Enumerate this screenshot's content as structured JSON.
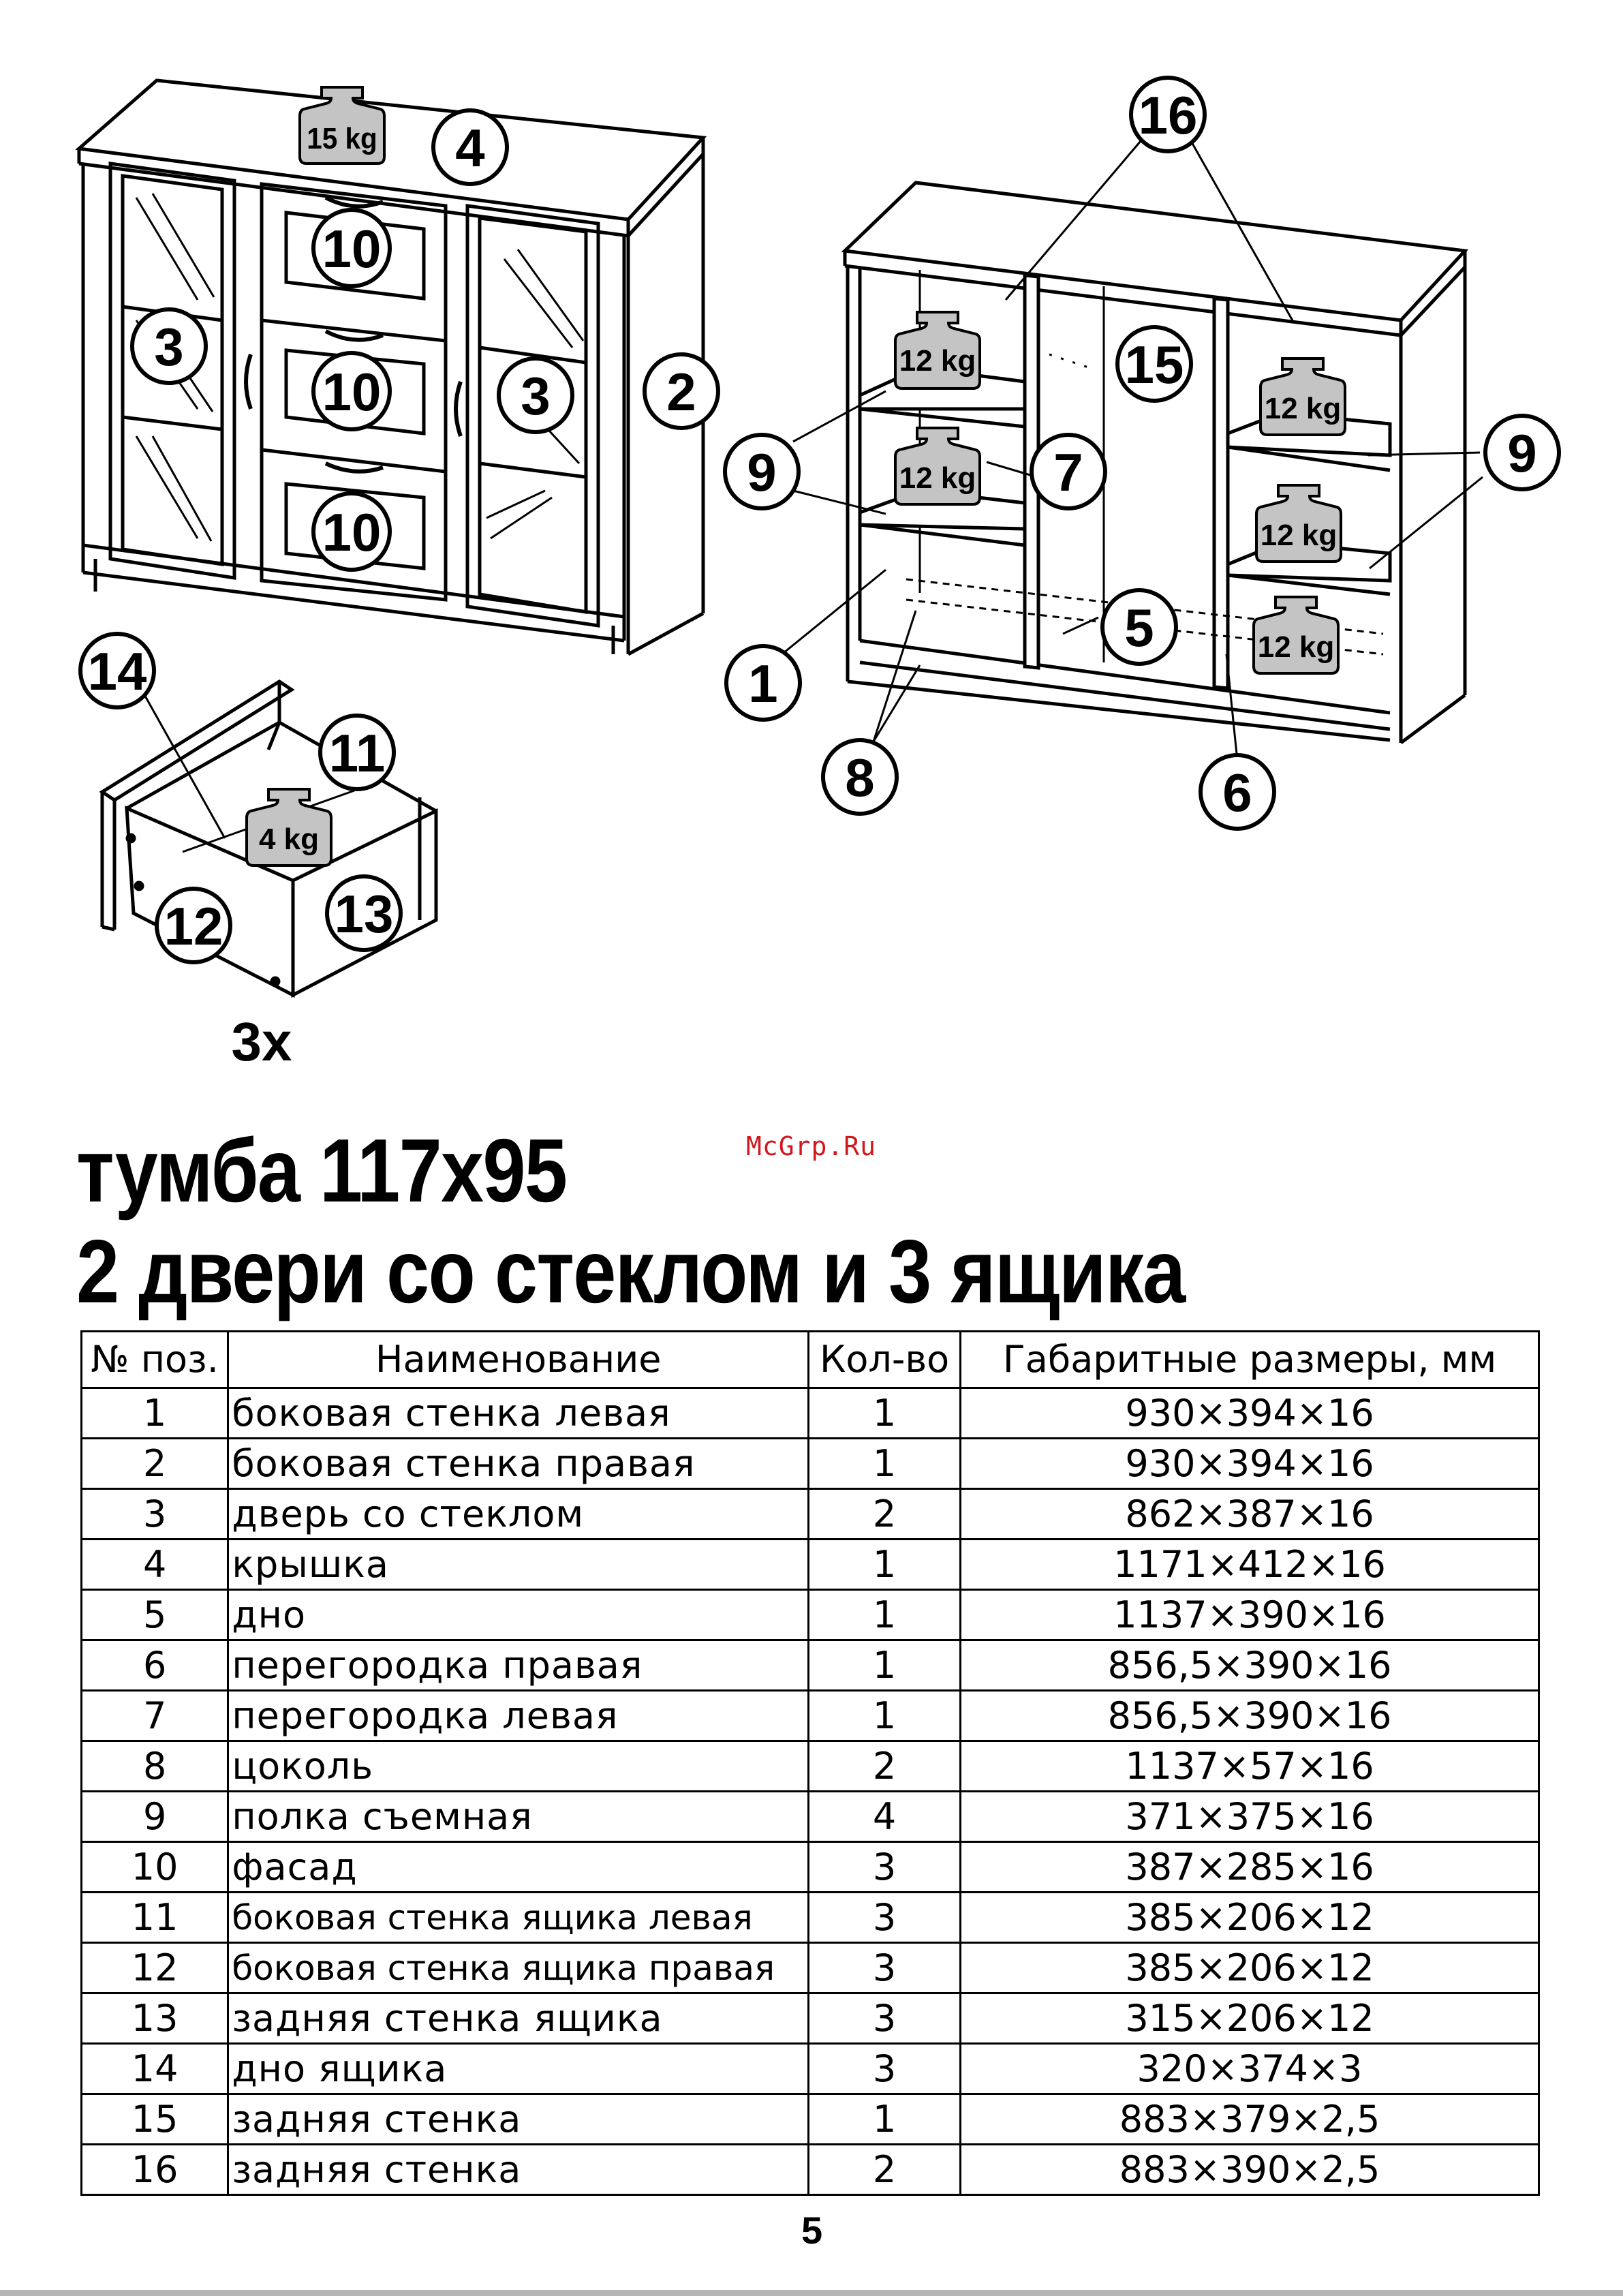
{
  "watermark": "McGrp.Ru",
  "title_line1": "тумба 117x95",
  "title_line2": "2 двери со стеклом и 3 ящика",
  "diagram": {
    "weights": {
      "top": "15 kg",
      "shelf": "12 kg",
      "drawer": "4 kg"
    },
    "callouts": {
      "top": "4",
      "side_right": "2",
      "door": "3",
      "facade": "10",
      "back_panel_small": "16",
      "back_panel_center": "15",
      "shelf": "9",
      "partition_left": "7",
      "side_left": "1",
      "bottom": "5",
      "plinth": "8",
      "partition_right": "6",
      "drawer_bottom": "14",
      "drawer_side_left": "11",
      "drawer_side_right": "12",
      "drawer_back": "13"
    },
    "drawer_count": "3x"
  },
  "table": {
    "headers": [
      "№ поз.",
      "Наименование",
      "Кол-во",
      "Габаритные размеры, мм"
    ],
    "rows": [
      {
        "num": "1",
        "name": "боковая стенка левая",
        "qty": "1",
        "dims": "930×394×16"
      },
      {
        "num": "2",
        "name": "боковая стенка правая",
        "qty": "1",
        "dims": "930×394×16"
      },
      {
        "num": "3",
        "name": "дверь со стеклом",
        "qty": "2",
        "dims": "862×387×16"
      },
      {
        "num": "4",
        "name": "крышка",
        "qty": "1",
        "dims": "1171×412×16"
      },
      {
        "num": "5",
        "name": "дно",
        "qty": "1",
        "dims": "1137×390×16"
      },
      {
        "num": "6",
        "name": "перегородка правая",
        "qty": "1",
        "dims": "856,5×390×16"
      },
      {
        "num": "7",
        "name": "перегородка левая",
        "qty": "1",
        "dims": "856,5×390×16"
      },
      {
        "num": "8",
        "name": "цоколь",
        "qty": "2",
        "dims": "1137×57×16"
      },
      {
        "num": "9",
        "name": "полка съемная",
        "qty": "4",
        "dims": "371×375×16"
      },
      {
        "num": "10",
        "name": "фасад",
        "qty": "3",
        "dims": "387×285×16"
      },
      {
        "num": "11",
        "name": "боковая стенка ящика левая",
        "qty": "3",
        "dims": "385×206×12"
      },
      {
        "num": "12",
        "name": "боковая стенка ящика правая",
        "qty": "3",
        "dims": "385×206×12"
      },
      {
        "num": "13",
        "name": "задняя стенка ящика",
        "qty": "3",
        "dims": "315×206×12"
      },
      {
        "num": "14",
        "name": "дно ящика",
        "qty": "3",
        "dims": "320×374×3"
      },
      {
        "num": "15",
        "name": "задняя стенка",
        "qty": "1",
        "dims": "883×379×2,5"
      },
      {
        "num": "16",
        "name": "задняя стенка",
        "qty": "2",
        "dims": "883×390×2,5"
      }
    ]
  },
  "page_number": "5"
}
